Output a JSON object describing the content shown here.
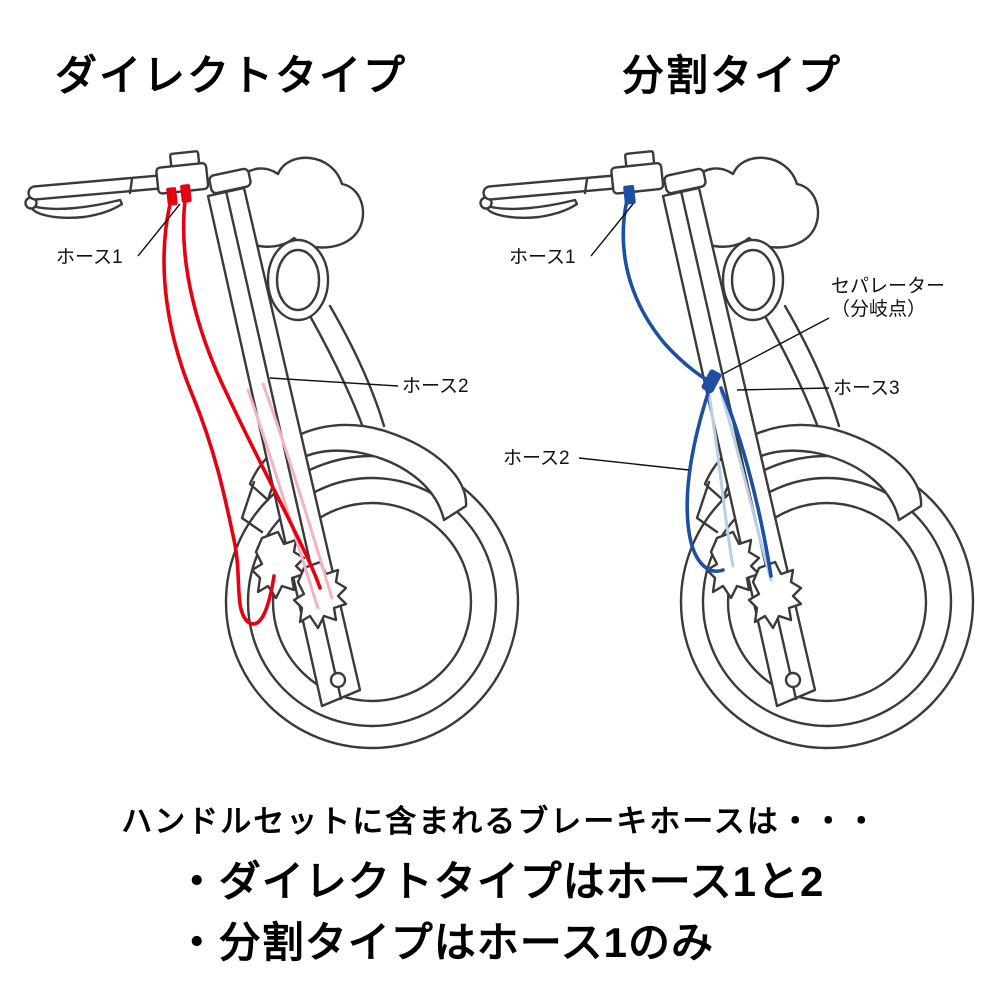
{
  "titles": {
    "left": "ダイレクトタイプ",
    "right": "分割タイプ"
  },
  "diagrams": {
    "left": {
      "type_name": "ダイレクトタイプ",
      "labels": {
        "hose1": "ホース1",
        "hose2": "ホース2"
      }
    },
    "right": {
      "type_name": "分割タイプ",
      "labels": {
        "hose1": "ホース1",
        "hose2": "ホース2",
        "hose3": "ホース3",
        "separator_line1": "セパレーター",
        "separator_line2": "（分岐点）"
      }
    }
  },
  "footer": {
    "intro": "ハンドルセットに含まれるブレーキホースは・・・",
    "bullets": [
      "・ダイレクトタイプはホース1と2",
      "・分割タイプはホース1のみ"
    ]
  },
  "colors": {
    "hose_red": "#e60012",
    "hose_red_pale": "#f2b4c0",
    "hose_blue": "#1d50a0",
    "hose_blue_pale": "#b9cfe6",
    "line_art": "#3a3a3a",
    "text": "#000000"
  }
}
